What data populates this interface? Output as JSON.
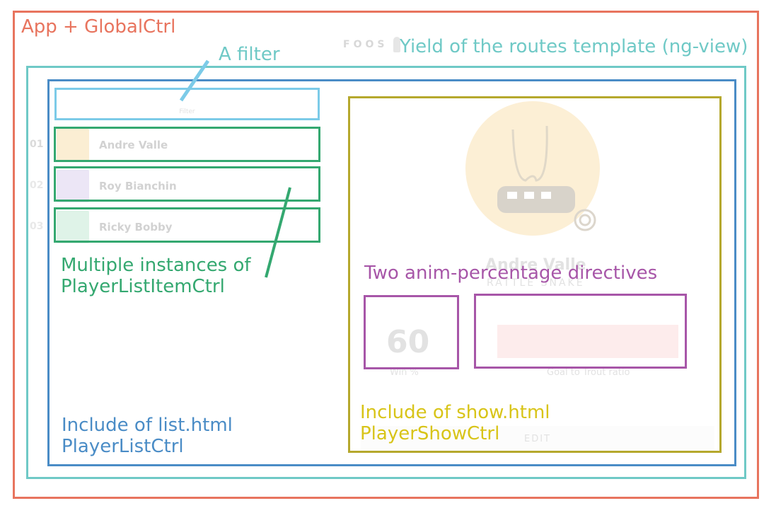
{
  "background_app": {
    "brand": "FOOS",
    "filter_placeholder": "Filter",
    "players": [
      {
        "number": "01",
        "name": "Andre Valle",
        "color": "#fbeed3"
      },
      {
        "number": "02",
        "name": "Roy Bianchin",
        "color": "#ece6f6"
      },
      {
        "number": "03",
        "name": "Ricky Bobby",
        "color": "#dff3e8"
      }
    ],
    "show": {
      "name": "Andre Valle",
      "nickname": "RATTLE SNAKE",
      "win_value": "60",
      "win_label": "Win %",
      "ratio_label": "Goal to Trout ratio",
      "edit_label": "EDIT"
    }
  },
  "annotations": {
    "app": "App + GlobalCtrl",
    "view": "Yield of the routes template (ng-view)",
    "filter": "A filter",
    "item_line1": "Multiple instances of",
    "item_line2": "PlayerListItemCtrl",
    "pct": "Two anim-percentage directives",
    "show_line1": "Include of show.html",
    "show_line2": "PlayerShowCtrl",
    "list_line1": "Include of list.html",
    "list_line2": "PlayerListCtrl"
  },
  "colors": {
    "app": "#e8745e",
    "view": "#6fc9c6",
    "list": "#4a8cc6",
    "show": "#b5a82d",
    "filter": "#7ccbe8",
    "item": "#34a870",
    "pct": "#a756a8"
  }
}
